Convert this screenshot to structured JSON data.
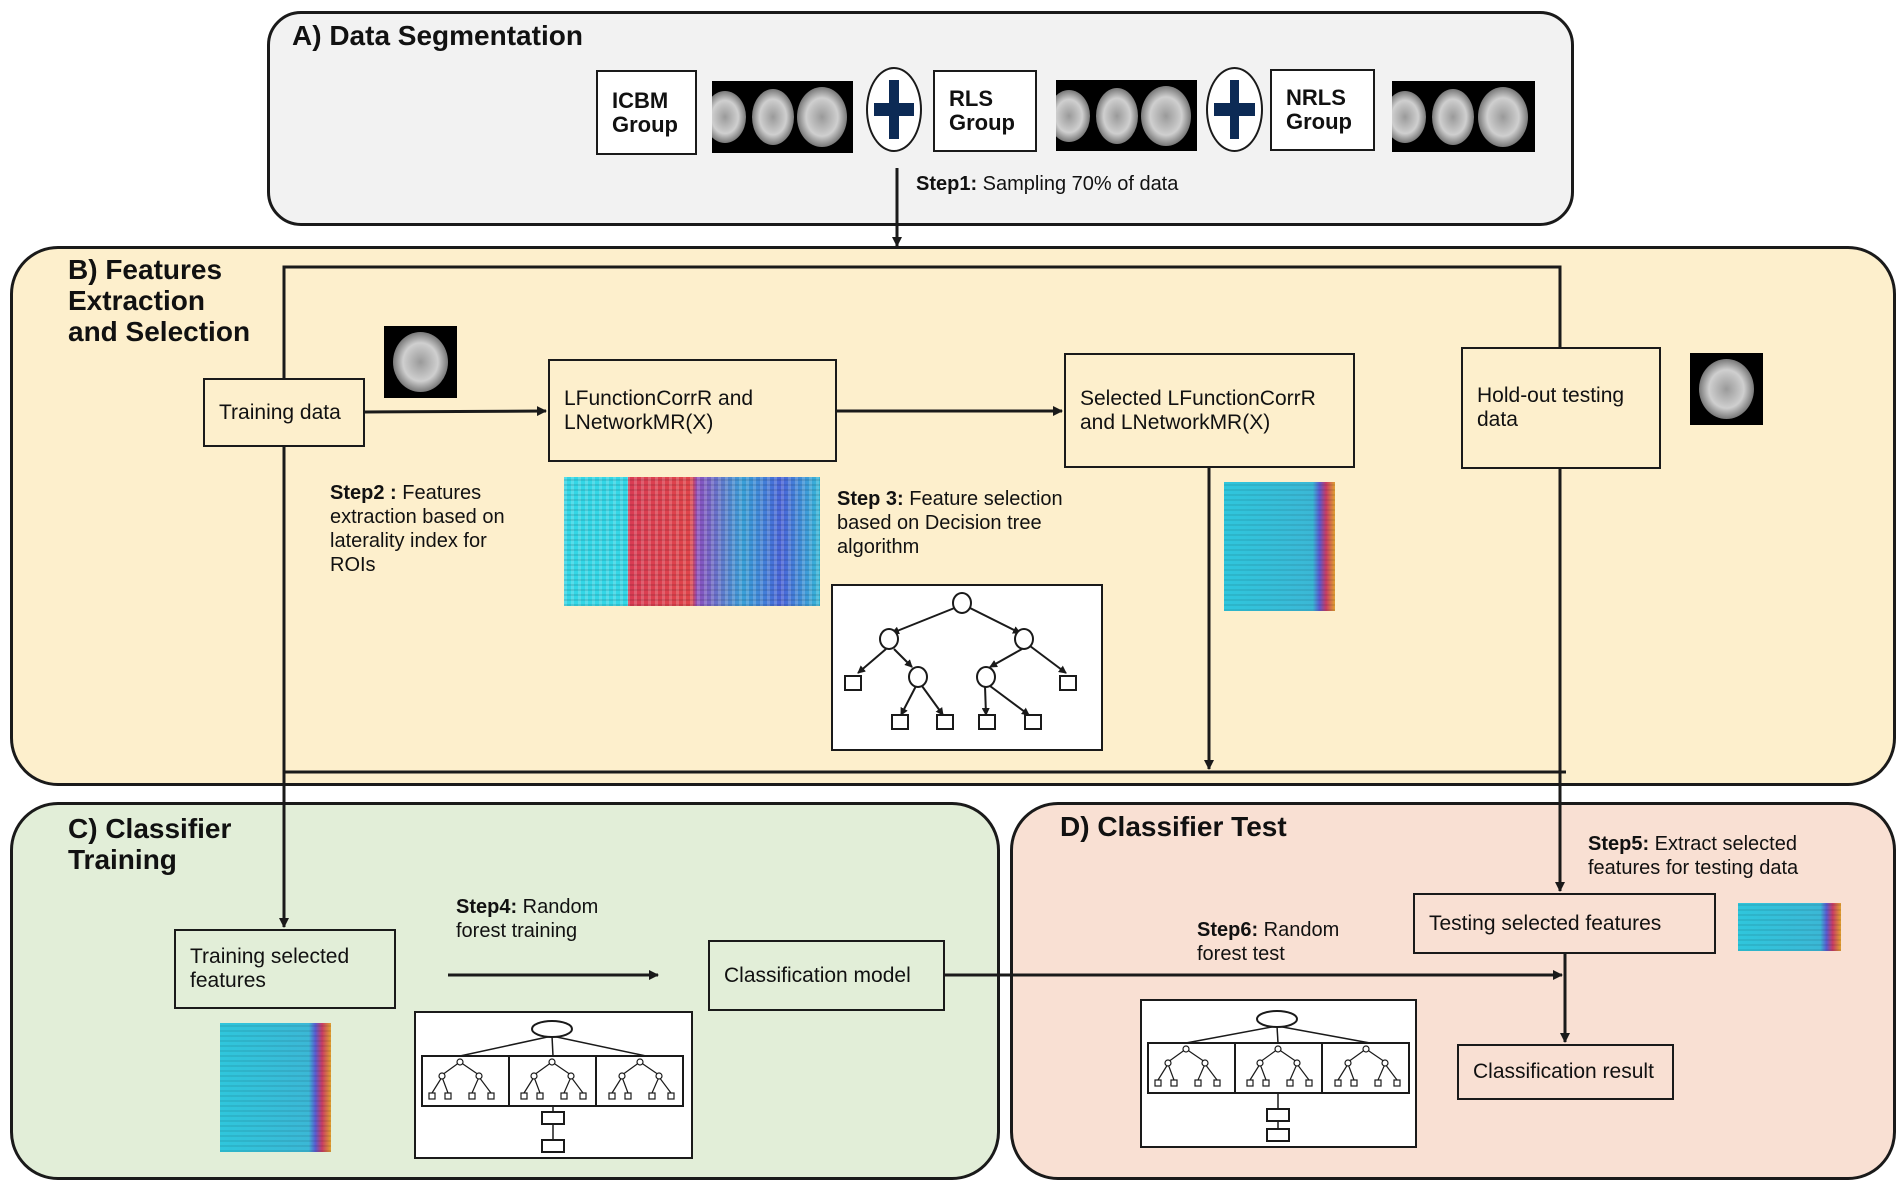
{
  "panels": {
    "a": {
      "title": "A) Data Segmentation"
    },
    "b": {
      "title": "B) Features\nExtraction\nand Selection"
    },
    "c": {
      "title": "C) Classifier\n Training"
    },
    "d": {
      "title": "D) Classifier Test"
    }
  },
  "groups": {
    "icbm": "ICBM\nGroup",
    "rls": "RLS\nGroup",
    "nrls": "NRLS\nGroup"
  },
  "boxes": {
    "training_data": "Training data",
    "features": "LFunctionCorrR and\nLNetworkMR(X)",
    "selected_features": "Selected LFunctionCorrR\nand LNetworkMR(X)",
    "holdout": "Hold-out testing\ndata",
    "training_selected": "Training selected\nfeatures",
    "classification_model": "Classification model",
    "testing_selected": "Testing selected features",
    "classification_result": "Classification result"
  },
  "steps": {
    "step1": {
      "label": "Step1:",
      "text": " Sampling 70% of data"
    },
    "step2": {
      "label": "Step2 :",
      "text": " Features\nextraction based on\nlaterality index for\nROIs"
    },
    "step3": {
      "label": "Step 3:",
      "text": " Feature selection\nbased on Decision tree\nalgorithm"
    },
    "step4": {
      "label": "Step4:",
      "text": " Random\nforest training"
    },
    "step5": {
      "label": "Step5:",
      "text": " Extract selected\nfeatures for testing data"
    },
    "step6": {
      "label": "Step6:",
      "text": " Random\nforest test"
    }
  },
  "colors": {
    "panel_a": "#f2f2f2",
    "panel_b": "#fdefcc",
    "panel_c": "#e2eed8",
    "panel_d": "#f9e0d3",
    "line": "#1a1a1a",
    "plus": "#0c2a55"
  },
  "icons": [
    "brain-mri-image",
    "plus-icon",
    "feature-heatmap",
    "decision-tree-diagram",
    "random-forest-diagram"
  ]
}
